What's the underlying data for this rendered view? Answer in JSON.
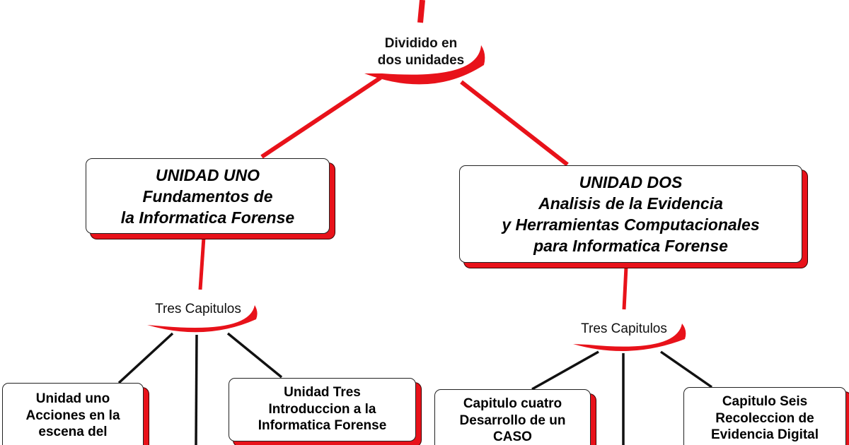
{
  "diagram": {
    "colors": {
      "accent": "#e8121a",
      "line_dark": "#111111",
      "box_border": "#222222",
      "background": "#ffffff"
    },
    "root_split": {
      "lines": [
        "Dividido en",
        "dos unidades"
      ]
    },
    "units": [
      {
        "lines": [
          "UNIDAD UNO",
          "Fundamentos de",
          "la Informatica Forense"
        ],
        "subheader": "Tres Capitulos",
        "chapters": [
          {
            "lines": [
              "Unidad uno",
              "Acciones en la",
              "escena del"
            ]
          },
          {
            "lines": [
              "Unidad Tres",
              "Introduccion a la",
              "Informatica Forense"
            ]
          }
        ]
      },
      {
        "lines": [
          "UNIDAD DOS",
          "Analisis de la Evidencia",
          "y Herramientas Computacionales",
          "para Informatica Forense"
        ],
        "subheader": "Tres Capitulos",
        "chapters": [
          {
            "lines": [
              "Capitulo cuatro",
              "Desarrollo de un",
              "CASO"
            ]
          },
          {
            "lines": [
              "Capitulo Seis",
              "Recoleccion de",
              "Evidencia Digital"
            ]
          }
        ]
      }
    ]
  }
}
